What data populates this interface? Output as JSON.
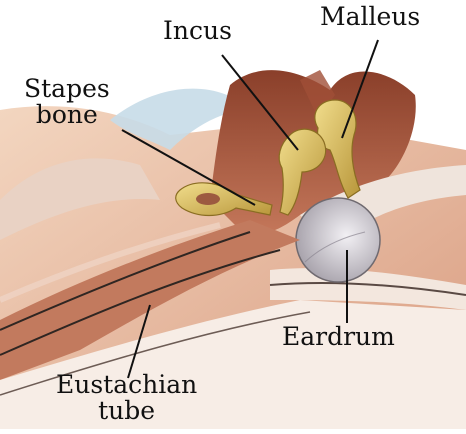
{
  "labels": {
    "incus": "Incus",
    "malleus": "Malleus",
    "stapes_line1": "Stapes",
    "stapes_line2": "bone",
    "eardrum": "Eardrum",
    "eustachian_line1": "Eustachian",
    "eustachian_line2": "tube"
  },
  "colors": {
    "bone": "#dcc36a",
    "bone_shadow": "#a8892f",
    "cavity": "#b06a4c",
    "cavity_dark": "#7a3422",
    "tissue": "#eec6a8",
    "skin_light": "#f5e6d8",
    "blue_tint": "#c7dce8",
    "eardrum": "#d9d6dc",
    "leader_line": "#111111"
  }
}
